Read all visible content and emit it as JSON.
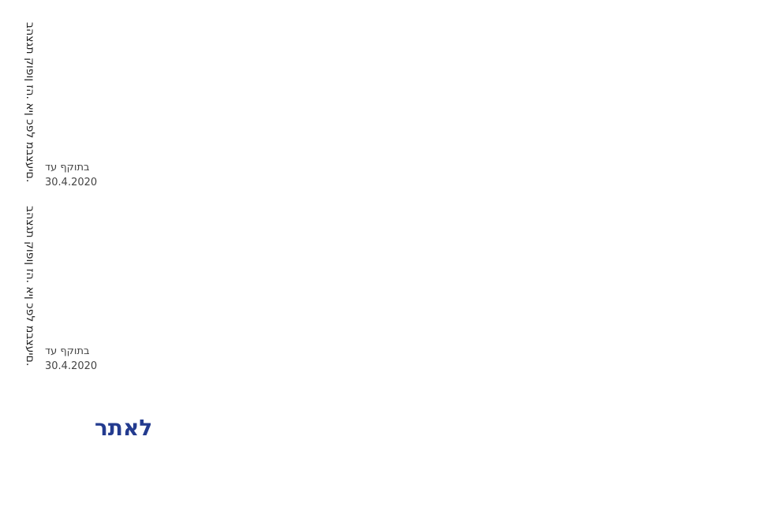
{
  "coupons": [
    {
      "terms": "בהצגת קופון זה. אין כפל מבצעים.",
      "valid_label": "בתוקף עד",
      "valid_date": "30.4.2020"
    },
    {
      "terms": "בהצגת קופון זה. אין כפל מבצעים.",
      "valid_label": "בתוקף עד",
      "valid_date": "30.4.2020"
    }
  ],
  "site_link": "לאתר",
  "colors": {
    "link": "#233b8f"
  }
}
